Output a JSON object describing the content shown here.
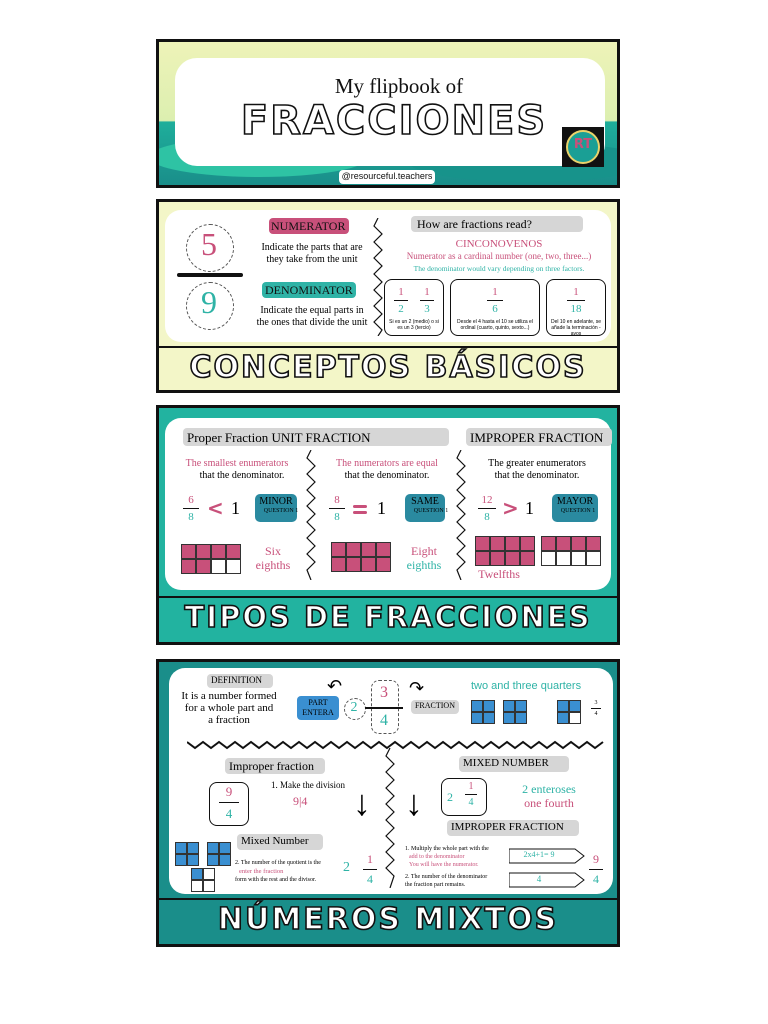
{
  "cover": {
    "subtitle": "My flipbook of",
    "title": "FRACCIONES",
    "handle": "@resourceful.teachers",
    "logo_text": "RT"
  },
  "conceptos": {
    "numerator_digit": "5",
    "denominator_digit": "9",
    "numerator_label": "NUMERATOR",
    "numerator_desc_1": "Indicate the parts that are",
    "numerator_desc_2": "they take from the unit",
    "denominator_label": "DENOMINATOR",
    "denominator_desc_1": "Indicate the equal parts in",
    "denominator_desc_2": "the ones that divide the unit",
    "how_read": "How are fractions read?",
    "example": "CINCONOVENOS",
    "rule_1": "Numerator as a cardinal number (one, two, three...)",
    "rule_2": "The denominator would vary depending on three factors.",
    "cases": [
      {
        "fracs": [
          {
            "n": "1",
            "d": "2"
          },
          {
            "n": "1",
            "d": "3"
          }
        ],
        "note": "Si es un 2 (medio) o si es un 3 (tercio)"
      },
      {
        "fracs": [
          {
            "n": "1",
            "d": "6"
          }
        ],
        "note": "Desde el 4 hasta el 10 se utiliza el ordinal (cuarto, quinto, sexto...)"
      },
      {
        "fracs": [
          {
            "n": "1",
            "d": "18"
          }
        ],
        "note": "Del 10 en adelante, se añade la terminación -avos"
      }
    ],
    "banner": "CONCEPTOS BÁSICOS"
  },
  "tipos": {
    "col1_title": "Proper Fraction UNIT FRACTION",
    "col3_title": "IMPROPER FRACTION",
    "col1_desc_1": "The smallest enumerators",
    "col1_desc_2": "that the denominator.",
    "col2_desc_1": "The numerators are equal",
    "col2_desc_2": "that the denominator.",
    "col3_desc_1": "The greater enumerators",
    "col3_desc_2": "that the denominator.",
    "f1": {
      "n": "6",
      "d": "8"
    },
    "f2": {
      "n": "8",
      "d": "8"
    },
    "f3": {
      "n": "12",
      "d": "8"
    },
    "one": "1",
    "badge1": "MINOR",
    "badge2": "SAME",
    "badge3": "MAYOR",
    "badge_sub": "QUESTION 1",
    "word1_a": "Six",
    "word1_b": "eighths",
    "word2_a": "Eight",
    "word2_b": "eighths",
    "word3": "Twelfths",
    "banner": "TIPOS DE FRACCIONES"
  },
  "mixtos": {
    "definition_label": "DEFINITION",
    "definition_1": "It is a number formed",
    "definition_2": "for a whole part and",
    "definition_3": "a fraction",
    "part_label_1": "PART",
    "part_label_2": "ENTERA",
    "whole": "2",
    "num": "3",
    "den": "4",
    "fraction_label": "FRACTION",
    "reading": "two and three quarters",
    "mini_frac": {
      "n": "3",
      "d": "4"
    },
    "improper_label": "Improper fraction",
    "imp_frac": {
      "n": "9",
      "d": "4"
    },
    "step1": "1.  Make  the  division",
    "division": "9|4",
    "mixed_label": "Mixed Number",
    "step2_a": "2. The number of the quotient is the",
    "step2_b": "enter the fraction",
    "step2_c": "form with the rest and the divisor.",
    "result_whole": "2",
    "result_frac": {
      "n": "1",
      "d": "4"
    },
    "mixed_number_label": "MIXED NUMBER",
    "mixed_ex_whole": "2",
    "mixed_ex_frac": {
      "n": "1",
      "d": "4"
    },
    "mixed_words_1": "2 enteroses",
    "mixed_words_2": "one fourth",
    "improper_title": "IMPROPER FRACTION",
    "r_step1_a": "1. Multiply the whole part with the",
    "r_step1_b": "add to the denominator",
    "r_step1_c": "You will have the numerator.",
    "r_step2_a": "2.  The  number  of  the  denominator",
    "r_step2_b": "the fraction part remains.",
    "calc": "2x4+1= 9",
    "calc_den": "4",
    "r_frac": {
      "n": "9",
      "d": "4"
    },
    "banner": "NÚMEROS MIXTOS"
  },
  "colors": {
    "teal_dark": "#1a8e8a",
    "teal": "#22b3a0",
    "pink": "#c8507a",
    "yellow": "#f3f6c8",
    "blue": "#3a8fd1"
  }
}
